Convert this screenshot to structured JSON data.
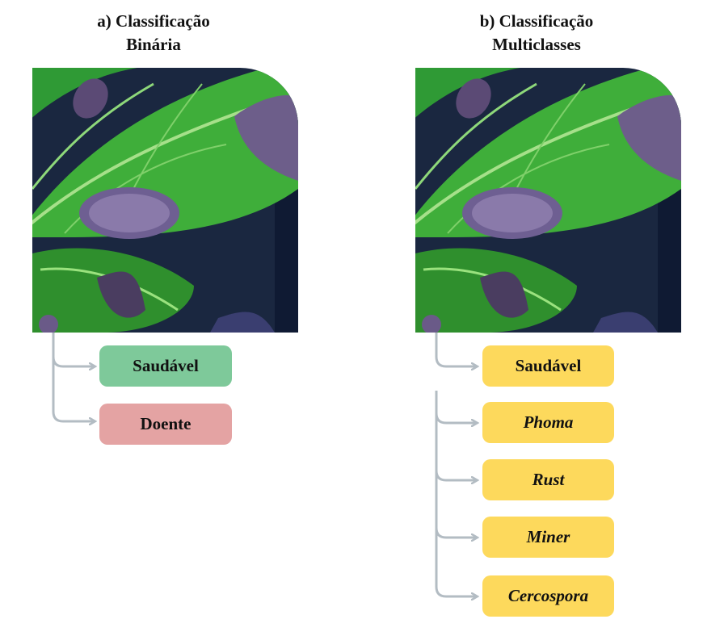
{
  "panels": [
    {
      "title_line1": "a) Classificação",
      "title_line2": "Binária",
      "classes": [
        {
          "label": "Saudável",
          "color": "#7ec99a"
        },
        {
          "label": "Doente",
          "color": "#e4a3a3"
        }
      ]
    },
    {
      "title_line1": "b) Classificação",
      "title_line2": "Multiclasses",
      "classes": [
        {
          "label": "Saudável",
          "color": "#fdd95c"
        },
        {
          "label": "Phoma",
          "color": "#fdd95c"
        },
        {
          "label": "Rust",
          "color": "#fdd95c"
        },
        {
          "label": "Miner",
          "color": "#fdd95c"
        },
        {
          "label": "Cercospora",
          "color": "#fdd95c"
        }
      ]
    }
  ],
  "connector_color": "#b3bcc3",
  "image": {
    "description_icon": "coffee-leaf-photo"
  }
}
